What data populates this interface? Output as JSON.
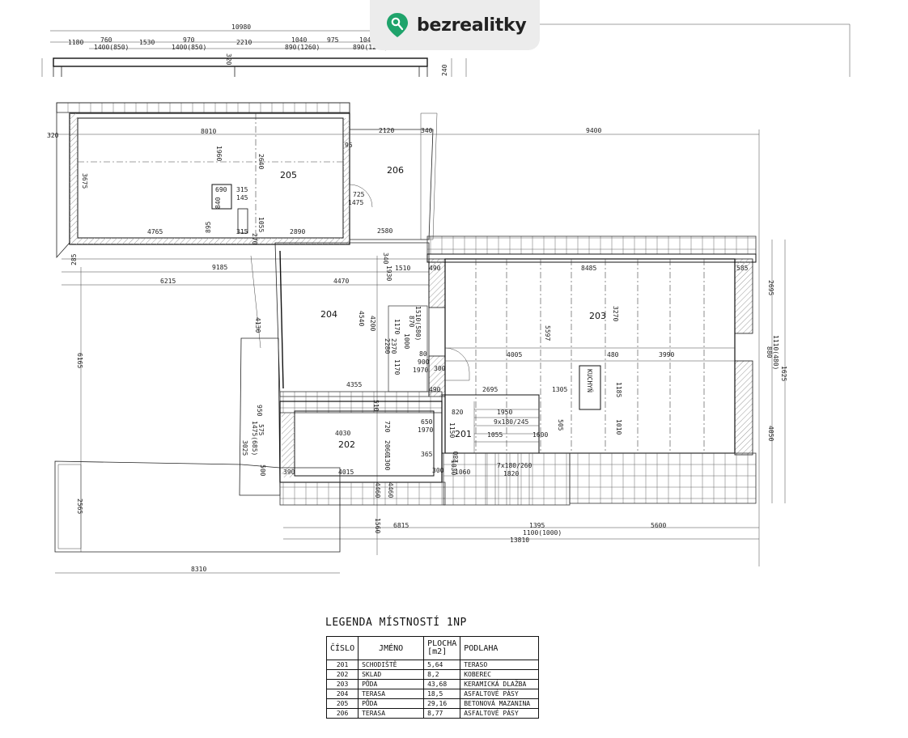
{
  "brand": {
    "name": "bezrealitky",
    "pin_color": "#1fa36b"
  },
  "rooms": [
    {
      "id": "r205",
      "label": "205"
    },
    {
      "id": "r206",
      "label": "206"
    },
    {
      "id": "r204",
      "label": "204"
    },
    {
      "id": "r203",
      "label": "203"
    },
    {
      "id": "r202",
      "label": "202"
    },
    {
      "id": "r201",
      "label": "201"
    }
  ],
  "dimensions": {
    "top_overall": "10980",
    "top_segments": [
      "1180",
      "760",
      "1530",
      "970",
      "2210",
      "1040",
      "975",
      "1040"
    ],
    "top_openings": [
      "1400(850)",
      "1400(850)",
      "890(1260)",
      "890(1260)"
    ],
    "left_320": "320",
    "r205_width": "8010",
    "r206_width": "2120",
    "r206_340": "340",
    "right_9400": "9400",
    "r205_1960": "1960",
    "r205_2640": "2640",
    "r205_3675": "3675",
    "r205_4765": "4765",
    "r205_2890": "2890",
    "r205_895": "895",
    "r205_1055": "1055",
    "r205_270": "270",
    "r205_315a": "315",
    "r205_315b": "315",
    "r205_690": "690",
    "r205_840": "840",
    "r205_145": "145",
    "r206_725": "725",
    "r206_1475": "1475",
    "r206_95": "95",
    "d2580": "2580",
    "d285": "285",
    "d9185": "9185",
    "d6215": "6215",
    "d4470": "4470",
    "d340": "340",
    "d1930": "1930",
    "d1510": "1510",
    "d490a": "490",
    "d8485": "8485",
    "d585": "585",
    "d2695r": "2695",
    "d3270": "3270",
    "d5597": "5597",
    "d4540": "4540",
    "d4200": "4200",
    "d1170a": "1170",
    "d1510_580": "1510(580)",
    "d870": "870",
    "d1000": "1000",
    "d2280": "2280",
    "d2370": "2370",
    "d900": "900",
    "d80": "80",
    "d1170b": "1170",
    "d1970a": "1970",
    "d300": "300",
    "d4005": "4005",
    "d480": "480",
    "d3990": "3990",
    "d880": "880",
    "d1110_480": "1110(480)",
    "d1625": "1625",
    "d4130": "4130",
    "d6165": "6165",
    "d4355": "4355",
    "d490b": "490",
    "d2695": "2695",
    "d1305": "1305",
    "d1185": "1185",
    "kuchyn": "KUCHYŇ",
    "d510": "510",
    "d820": "820",
    "d1950": "1950",
    "d4030": "4030",
    "d720": "720",
    "d650": "650",
    "d1970b": "1970",
    "d1150": "1150",
    "d9x180": "9x180/245",
    "d1055": "1055",
    "d1600": "1600",
    "d1010": "1010",
    "d505": "505",
    "d4050": "4050",
    "d950": "950",
    "d575": "575",
    "d1475_685": "1475(685)",
    "d3025": "3025",
    "d2060": "2060",
    "d1300": "1300",
    "d365": "365",
    "d280": "280",
    "d1030": "1030",
    "d300b": "300",
    "d1060": "1060",
    "d7x180": "7x180/260",
    "d1820": "1820",
    "d390": "390",
    "d4015": "4015",
    "d500": "500",
    "d4460a": "4460",
    "d4460b": "4460",
    "d2565": "2565",
    "d1560": "1560",
    "d6815": "6815",
    "d1395": "1395",
    "d5600": "5600",
    "d1100_1000": "1100(1000)",
    "d13810": "13810",
    "d8310": "8310",
    "d240": "240",
    "d320": "320"
  },
  "legend": {
    "title": "LEGENDA MÍSTNOSTÍ 1NP",
    "headers": {
      "cislo": "ČÍSLO",
      "jmeno": "JMÉNO",
      "plocha": "PLOCHA",
      "plocha_unit": "[m2]",
      "podlaha": "PODLAHA"
    },
    "rows": [
      {
        "cislo": "201",
        "jmeno": "SCHODIŠTĚ",
        "plocha": "5,64",
        "podlaha": "TERASO"
      },
      {
        "cislo": "202",
        "jmeno": "SKLAD",
        "plocha": "8,2",
        "podlaha": "KOBEREC"
      },
      {
        "cislo": "203",
        "jmeno": "PŮDA",
        "plocha": "43,68",
        "podlaha": "KERAMICKÁ DLAŽBA"
      },
      {
        "cislo": "204",
        "jmeno": "TERASA",
        "plocha": "18,5",
        "podlaha": "ASFALTOVÉ PÁSY"
      },
      {
        "cislo": "205",
        "jmeno": "PŮDA",
        "plocha": "29,16",
        "podlaha": "BETONOVÁ MAZANINA"
      },
      {
        "cislo": "206",
        "jmeno": "TERASA",
        "plocha": "8,77",
        "podlaha": "ASFALTOVÉ PÁSY"
      }
    ]
  }
}
